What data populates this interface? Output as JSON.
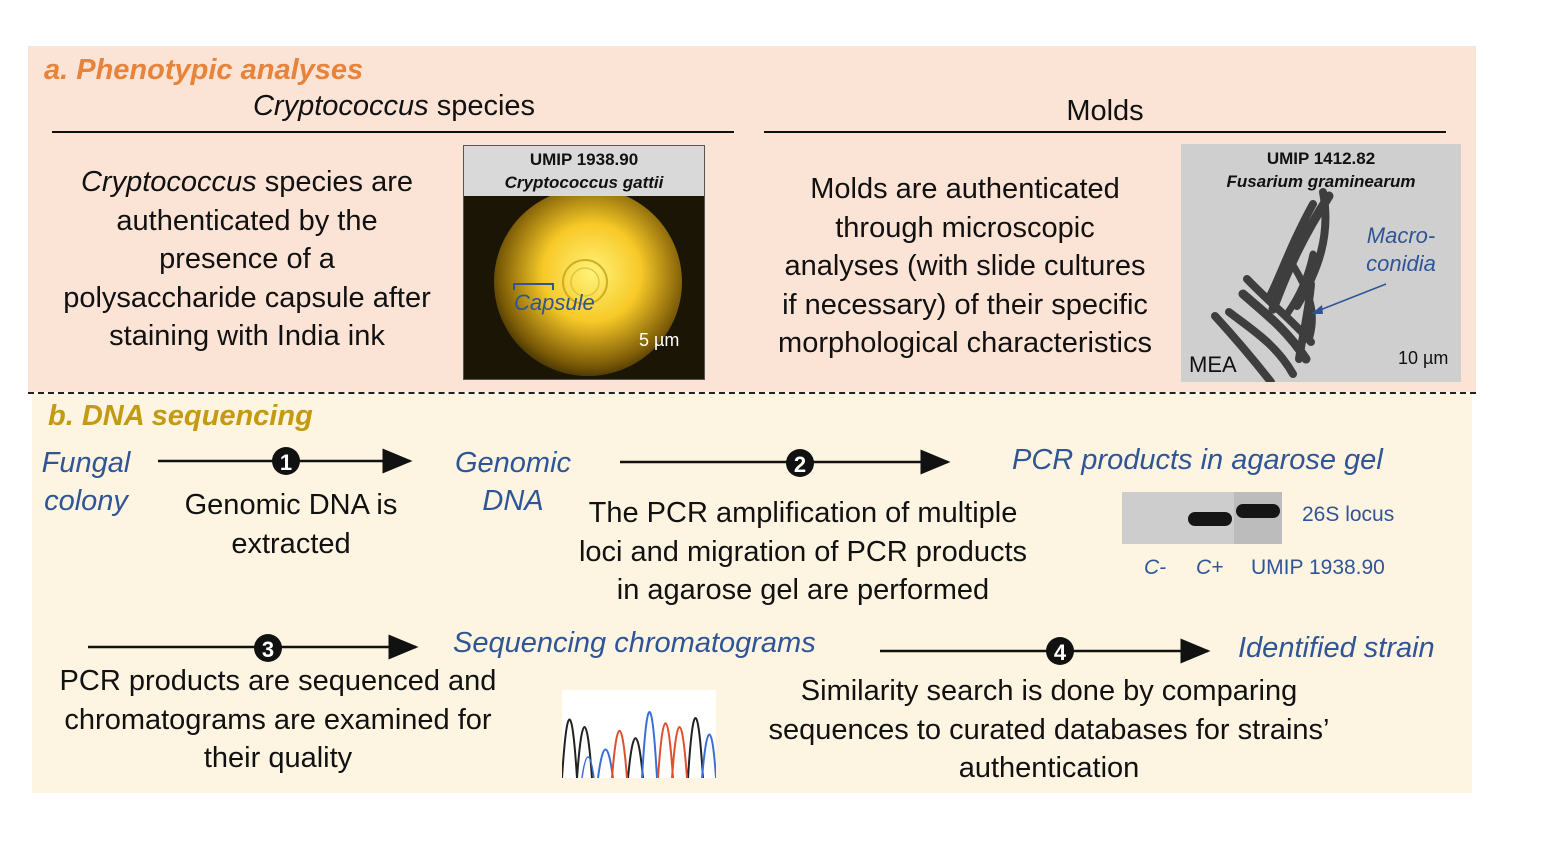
{
  "panel_a": {
    "heading": "a. Phenotypic analyses",
    "crypto": {
      "title_italic": "Cryptococcus",
      "title_rest": " species",
      "description_italic": "Cryptococcus",
      "description_rest": " species are\nauthenticated by the\npresence of a\npolysaccharide capsule after\nstaining with India ink",
      "image": {
        "strain_id": "UMIP 1938.90",
        "species": "Cryptococcus gattii",
        "annotation": "Capsule",
        "scale": "5 µm"
      }
    },
    "molds": {
      "title": "Molds",
      "description": "Molds are authenticated\nthrough microscopic\nanalyses (with slide cultures\nif necessary) of their specific\nmorphological characteristics",
      "image": {
        "strain_id": "UMIP 1412.82",
        "species": "Fusarium graminearum",
        "annotation": "Macro-\nconidia",
        "medium": "MEA",
        "scale": "10 µm"
      }
    }
  },
  "panel_b": {
    "heading": "b. DNA sequencing",
    "nodes": {
      "fungal_colony": "Fungal\ncolony",
      "genomic_dna": "Genomic\nDNA",
      "pcr_products": "PCR products in agarose gel",
      "chromatograms": "Sequencing chromatograms",
      "identified_strain": "Identified strain"
    },
    "steps": [
      {
        "number": "1",
        "text": "Genomic DNA is\nextracted"
      },
      {
        "number": "2",
        "text": "The PCR amplification of multiple\nloci and migration of PCR products\nin agarose gel are performed"
      },
      {
        "number": "3",
        "text": "PCR products are sequenced and\nchromatograms are examined for\ntheir quality"
      },
      {
        "number": "4",
        "text": "Similarity search is done by comparing\nsequences to curated databases for strains’\nauthentication"
      }
    ],
    "gel": {
      "locus": "26S locus",
      "lanes": [
        "C-",
        "C+",
        "UMIP 1938.90"
      ]
    },
    "colors": {
      "blue_text": "#2f5597",
      "section_a": "#e8833a",
      "section_b": "#c49a12",
      "chromatogram_traces": [
        "#222222",
        "#3a6fd8",
        "#e05030"
      ]
    }
  }
}
